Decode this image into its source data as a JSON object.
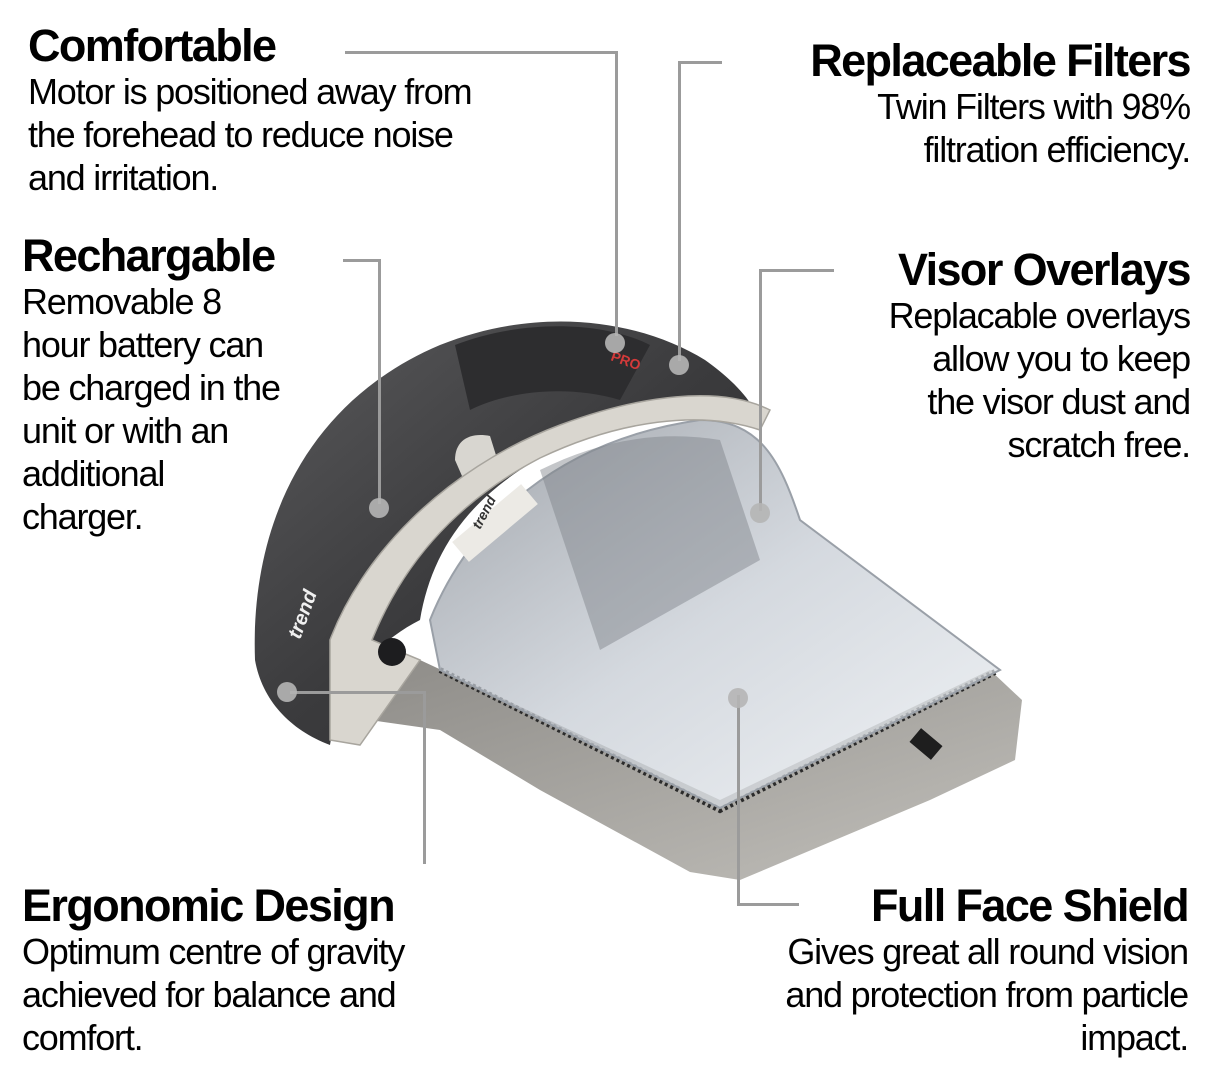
{
  "features": [
    {
      "id": "comfortable",
      "title": "Comfortable",
      "lines": [
        "Motor is positioned away from",
        "the forehead to reduce noise",
        "and irritation."
      ]
    },
    {
      "id": "replaceable-filters",
      "title": "Replaceable Filters",
      "lines": [
        "Twin Filters with 98%",
        "filtration efficiency."
      ]
    },
    {
      "id": "rechargable",
      "title": "Rechargable",
      "lines": [
        "Removable 8",
        "hour battery can",
        "be charged in the",
        "unit or with an",
        "additional",
        "charger."
      ]
    },
    {
      "id": "visor-overlays",
      "title": "Visor Overlays",
      "lines": [
        "Replacable overlays",
        "allow you to keep",
        "the visor dust and",
        "scratch free."
      ]
    },
    {
      "id": "ergonomic-design",
      "title": "Ergonomic Design",
      "lines": [
        "Optimum centre of gravity",
        "achieved for balance and",
        "comfort."
      ]
    },
    {
      "id": "full-face-shield",
      "title": "Full Face Shield",
      "lines": [
        "Gives great all round vision",
        "and protection from particle",
        "impact."
      ]
    }
  ],
  "product": {
    "brand_label": "trend",
    "colors": {
      "shell": "#3a3a3c",
      "trim": "#d9d6cf",
      "visor": "#c9d0d8",
      "fabric": "#a9a7a2",
      "connector": "#9b9b9b",
      "accent_red": "#d33a3a"
    }
  }
}
